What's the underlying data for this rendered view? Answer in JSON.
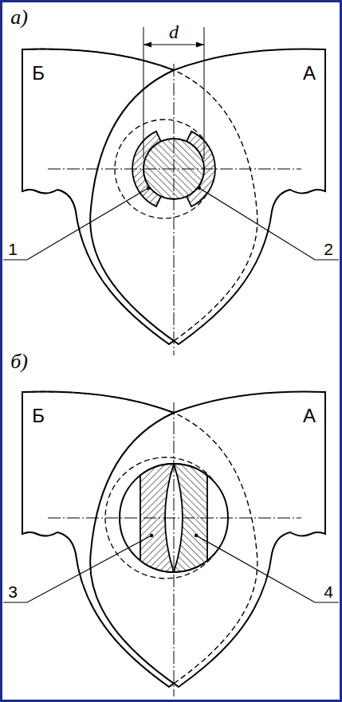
{
  "diagram": {
    "labels": [
      "а)",
      "d",
      "Б",
      "А",
      "1",
      "2",
      "б)",
      "Б",
      "А",
      "3",
      "4"
    ]
  }
}
